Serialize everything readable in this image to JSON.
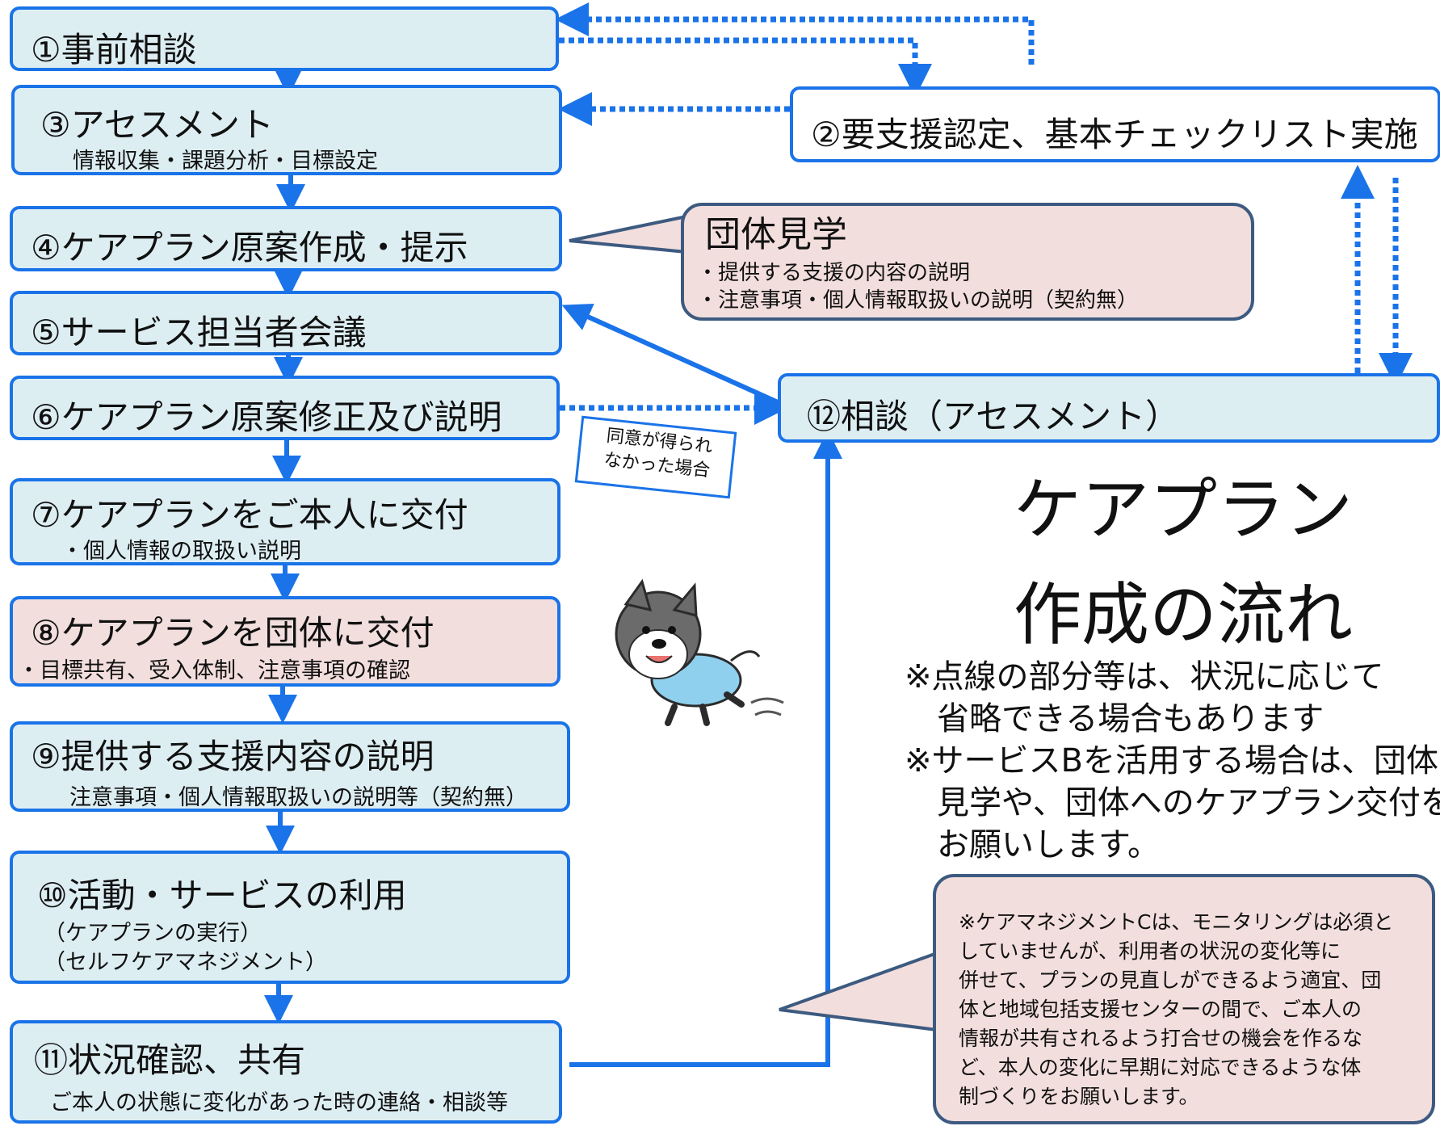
{
  "steps": {
    "s1": {
      "title": "①事前相談"
    },
    "s2": {
      "title": "②要支援認定、基本チェックリスト実施"
    },
    "s3": {
      "title": "③アセスメント",
      "sub": "情報収集・課題分析・目標設定"
    },
    "s4": {
      "title": "④ケアプラン原案作成・提示"
    },
    "s5": {
      "title": "⑤サービス担当者会議"
    },
    "s6": {
      "title": "⑥ケアプラン原案修正及び説明"
    },
    "s7": {
      "title": "⑦ケアプランをご本人に交付",
      "sub": "・個人情報の取扱い説明"
    },
    "s8": {
      "title": "⑧ケアプランを団体に交付",
      "sub": "・目標共有、受入体制、注意事項の確認"
    },
    "s9": {
      "title": "⑨提供する支援内容の説明",
      "sub": "注意事項・個人情報取扱いの説明等（契約無）"
    },
    "s10": {
      "title": "⑩活動・サービスの利用",
      "sub1": "（ケアプランの実行）",
      "sub2": "（セルフケアマネジメント）"
    },
    "s11": {
      "title": "⑪状況確認、共有",
      "sub": "ご本人の状態に変化があった時の連絡・相談等"
    },
    "s12": {
      "title": "⑫相談（アセスメント）"
    }
  },
  "tour": {
    "title": "団体見学",
    "lines": [
      "・提供する支援の内容の説明",
      "・注意事項・個人情報取扱いの説明（契約無）"
    ]
  },
  "no_consent": [
    "同意が得られ",
    "なかった場合"
  ],
  "main_title": [
    "ケアプラン",
    "作成の流れ"
  ],
  "notes": [
    "※点線の部分等は、状況に応じて",
    "　省略できる場合もあります",
    "※サービスBを活用する場合は、団体",
    "　見学や、団体へのケアプラン交付を",
    "　お願いします。"
  ],
  "care_c_note": [
    "※ケアマネジメントCは、モニタリングは必須と",
    "していませんが、利用者の状況の変化等に",
    "併せて、プランの見直しができるよう適宜、団",
    "体と地域包括支援センターの間で、ご本人の",
    "情報が共有されるよう打合せの機会を作るな",
    "ど、本人の変化に早期に対応できるような体",
    "制づくりをお願いします。"
  ],
  "colors": {
    "accent": "#1a73e8",
    "box_blue": "#ddeef3",
    "box_pink": "#f2dedd",
    "callout_border": "#3d5a80"
  },
  "icons": [
    "dog-mascot"
  ]
}
